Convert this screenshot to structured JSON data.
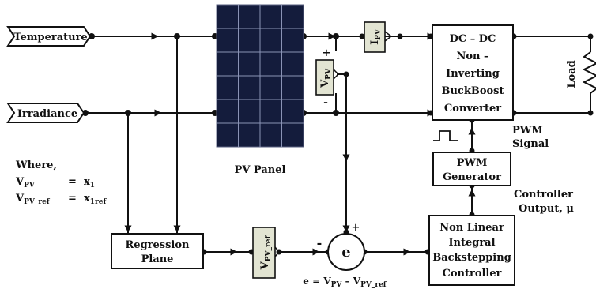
{
  "inputs": {
    "temperature": "Temperature",
    "irradiance": "Irradiance"
  },
  "pv_panel": {
    "label": "PV Panel"
  },
  "current_sensor": {
    "symbol": "I",
    "sub": "PV"
  },
  "voltage_sensor": {
    "symbol": "V",
    "sub": "PV",
    "plus": "+",
    "minus": "-"
  },
  "converter": {
    "lines": [
      "DC – DC",
      "Non –",
      "Inverting",
      "BuckBoost",
      "Converter"
    ]
  },
  "load": {
    "label": "Load"
  },
  "pwm_signal": {
    "line1": "PWM",
    "line2": "Signal"
  },
  "pwm_generator": {
    "line1": "PWM",
    "line2": "Generator"
  },
  "controller_output": {
    "line1": "Controller",
    "line2": "Output, μ"
  },
  "controller": {
    "lines": [
      "Non Linear",
      "Integral",
      "Backstepping",
      "Controller"
    ]
  },
  "regression": {
    "line1": "Regression",
    "line2": "Plane"
  },
  "vref_block": {
    "symbol": "V",
    "sub": "PV_ref"
  },
  "summer": {
    "symbol": "e",
    "plus": "+",
    "minus": "-",
    "eq_lhs": "e = V",
    "eq_sub1": "PV",
    "eq_mid": " – V",
    "eq_sub2": "PV_ref"
  },
  "where": {
    "title": "Where,",
    "row1": {
      "var": "V",
      "var_sub": "PV",
      "eq": "=",
      "val": "x",
      "val_sub": "1"
    },
    "row2": {
      "var": "V",
      "var_sub": "PV_ref",
      "eq": "=",
      "val": "x",
      "val_sub": "1ref"
    }
  },
  "colors": {
    "panel_bg": "#141c3c",
    "panel_grid": "#8a93b5",
    "sensor_fill": "#e2e4d2",
    "line": "#111111"
  }
}
